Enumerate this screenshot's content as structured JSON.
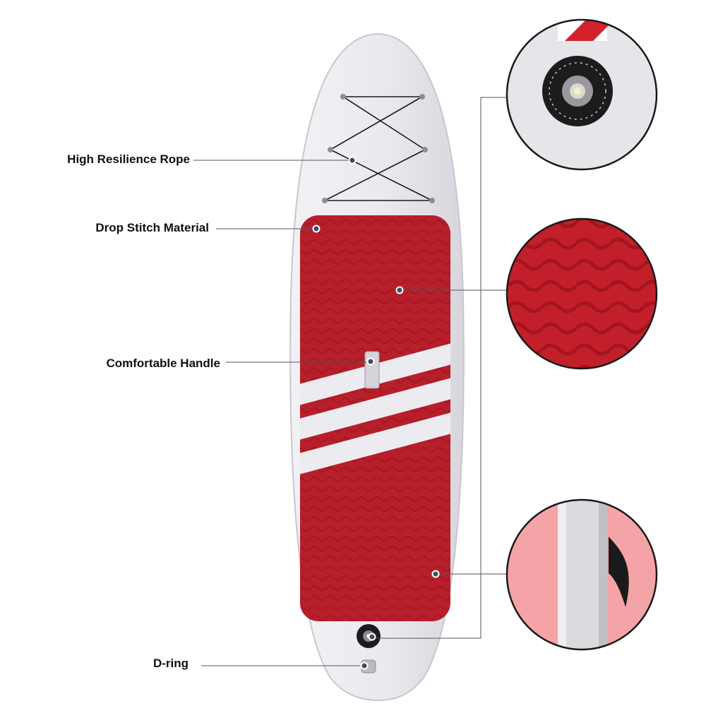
{
  "callouts": {
    "rope": "High Resilience Rope",
    "drop_stitch": "Drop Stitch Material",
    "handle": "Comfortable Handle",
    "d_ring": "D-ring"
  },
  "colors": {
    "board": "#e9e7ec",
    "board_edge": "#cfcdd3",
    "deck_pad": "#b81f2b",
    "stripe": "#ecebf0",
    "pink_background": "#f4a3a6",
    "valve": "#1c1c1c"
  },
  "icons": {
    "valve_detail": "valve-closeup",
    "pad_detail": "deck-pad-texture-closeup",
    "fin_detail": "fin-side-closeup"
  }
}
